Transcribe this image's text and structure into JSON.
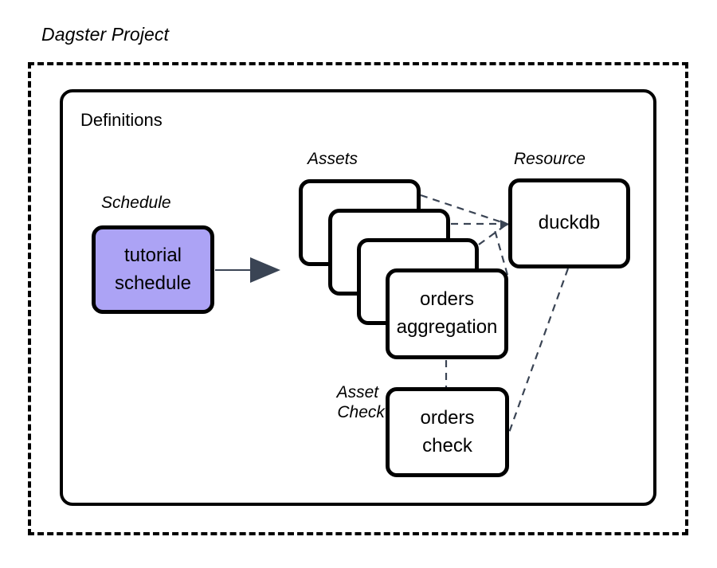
{
  "diagram": {
    "title": "Dagster Project",
    "container_label": "Definitions",
    "colors": {
      "schedule_fill": "#aca3f5",
      "node_stroke": "#000000",
      "connector": "#3a4454",
      "background": "#ffffff"
    },
    "groups": [
      {
        "id": "schedule",
        "label": "Schedule"
      },
      {
        "id": "assets",
        "label": "Assets"
      },
      {
        "id": "resource",
        "label": "Resource"
      },
      {
        "id": "asset-check",
        "label_line1": "Asset",
        "label_line2": "Check"
      }
    ],
    "nodes": [
      {
        "id": "tutorial-schedule",
        "line1": "tutorial",
        "line2": "schedule",
        "group": "schedule",
        "filled": true
      },
      {
        "id": "asset-card-1",
        "line1": "",
        "line2": "",
        "group": "assets",
        "filled": false
      },
      {
        "id": "asset-card-2",
        "line1": "",
        "line2": "",
        "group": "assets",
        "filled": false
      },
      {
        "id": "asset-card-3",
        "line1": "",
        "line2": "",
        "group": "assets",
        "filled": false
      },
      {
        "id": "orders-aggregation",
        "line1": "orders",
        "line2": "aggregation",
        "group": "assets",
        "filled": false
      },
      {
        "id": "duckdb",
        "line1": "duckdb",
        "line2": "",
        "group": "resource",
        "filled": false
      },
      {
        "id": "orders-check",
        "line1": "orders",
        "line2": "check",
        "group": "asset-check",
        "filled": false
      }
    ],
    "edges": [
      {
        "from": "tutorial-schedule",
        "to": "assets",
        "style": "solid-arrow"
      },
      {
        "from": "asset-card-1",
        "to": "duckdb",
        "style": "dashed"
      },
      {
        "from": "asset-card-2",
        "to": "duckdb",
        "style": "dashed"
      },
      {
        "from": "asset-card-3",
        "to": "duckdb",
        "style": "dashed"
      },
      {
        "from": "orders-aggregation",
        "to": "duckdb",
        "style": "dashed"
      },
      {
        "from": "orders-aggregation",
        "to": "orders-check",
        "style": "dashed"
      },
      {
        "from": "duckdb",
        "to": "orders-check",
        "style": "dashed"
      }
    ]
  }
}
